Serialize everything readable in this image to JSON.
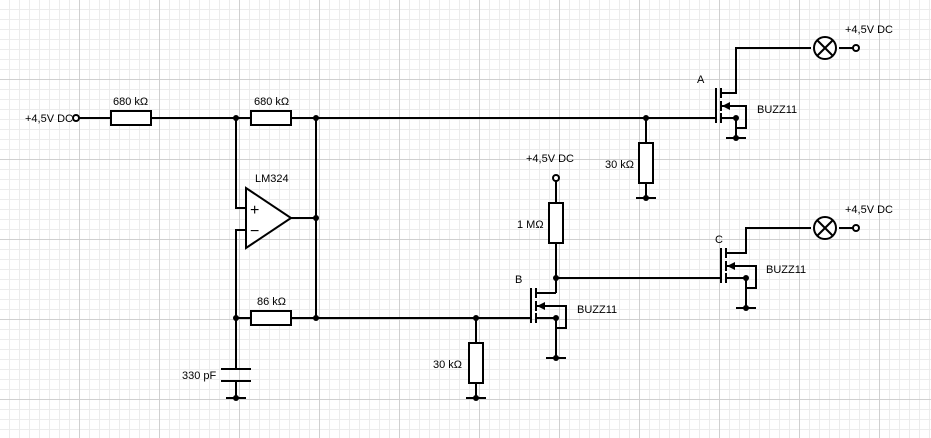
{
  "labels": {
    "vin": "+4,5V DC",
    "r1": "680 kΩ",
    "r2": "680 kΩ",
    "opamp": "LM324",
    "r3": "86 kΩ",
    "c1": "330 pF",
    "rA": "30 kΩ",
    "rB": "30 kΩ",
    "r1m": "1 MΩ",
    "vcc_mid": "+4,5V DC",
    "vcc_top": "+4,5V DC",
    "vcc_right": "+4,5V DC",
    "mosfet_a": "A",
    "mosfet_b": "B",
    "mosfet_c": "C",
    "buzz_a": "BUZZ11",
    "buzz_b": "BUZZ11",
    "buzz_c": "BUZZ11",
    "opamp_plus": "+",
    "opamp_minus": "−"
  }
}
